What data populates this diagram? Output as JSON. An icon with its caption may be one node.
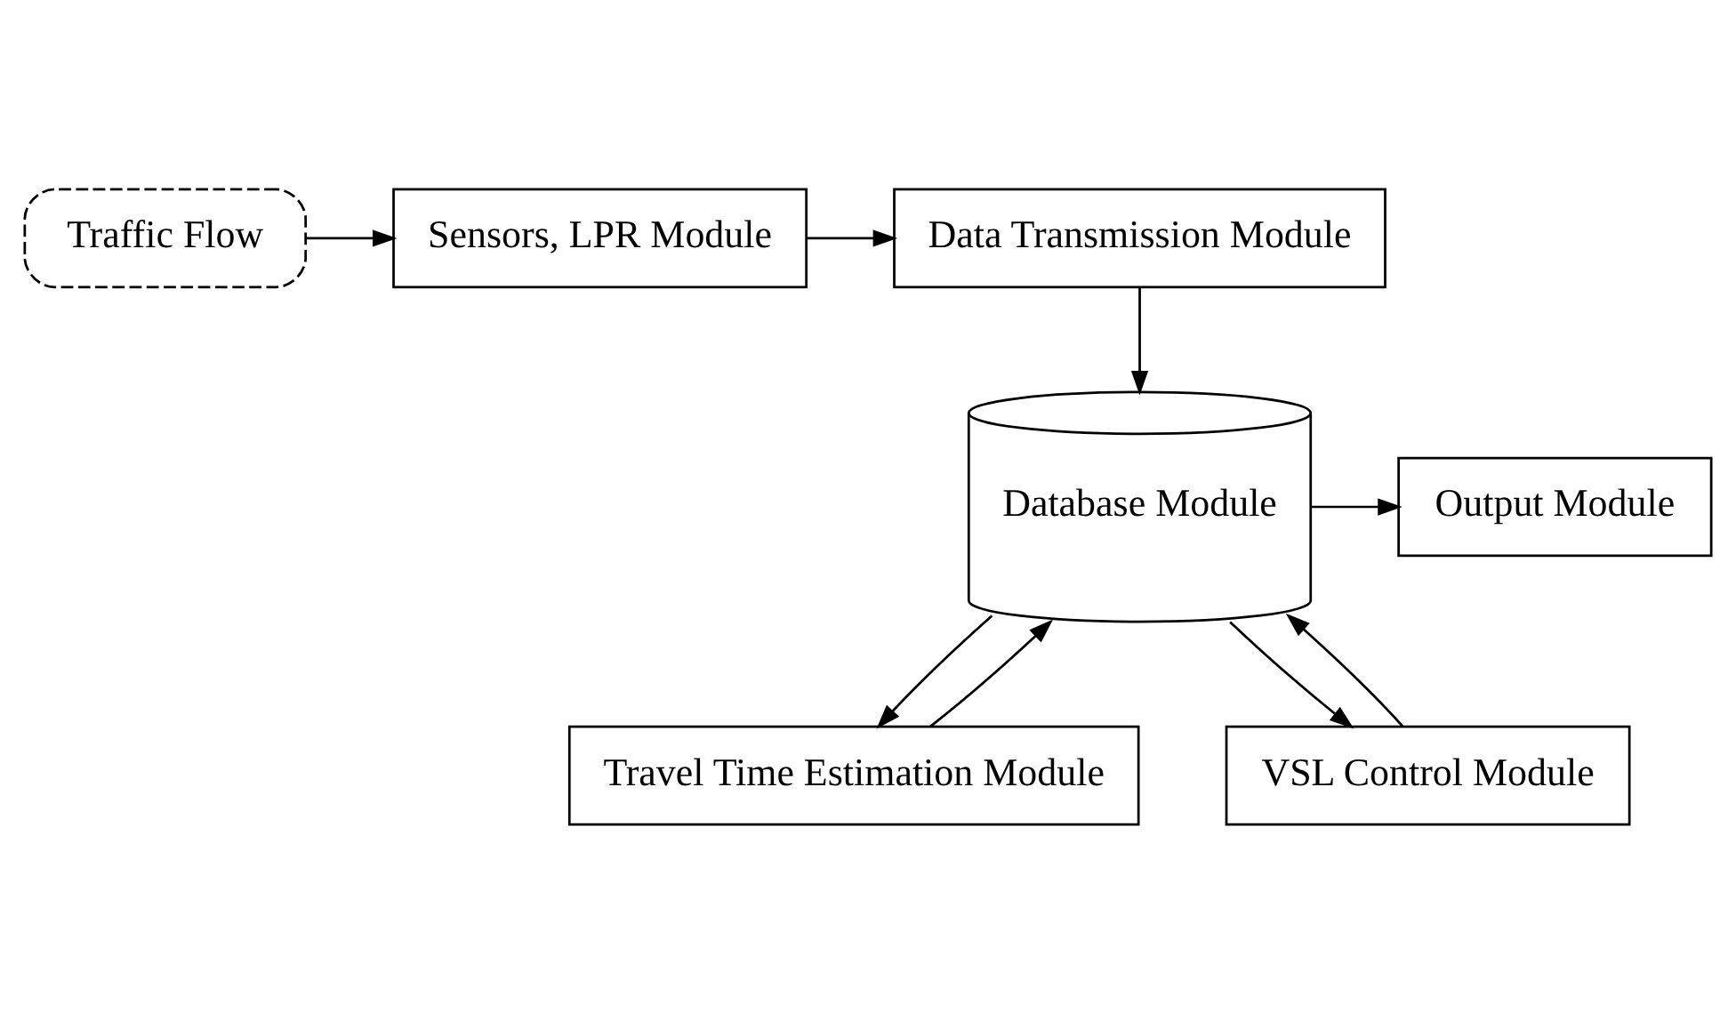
{
  "diagram": {
    "nodes": [
      {
        "text": [
          "Traffic Flow"
        ]
      },
      {
        "text": [
          "Sensors, LPR Module"
        ]
      },
      {
        "text": [
          "Data Transmission Module"
        ]
      },
      {
        "text": [
          "Database Module"
        ]
      },
      {
        "text": [
          "Travel Time Estimation Module"
        ]
      },
      {
        "text": [
          "VSL Control Module"
        ]
      },
      {
        "text": [
          "Output Module"
        ]
      }
    ],
    "edges": [
      {
        "from": 0,
        "to": 1,
        "arrow": "to"
      },
      {
        "from": 1,
        "to": 2,
        "arrow": "to"
      },
      {
        "from": 2,
        "to": 3,
        "arrow": "to"
      },
      {
        "from": 3,
        "to": 4,
        "arrow": "to"
      },
      {
        "from": 4,
        "to": 3,
        "arrow": "to"
      },
      {
        "from": 3,
        "to": 5,
        "arrow": "to"
      },
      {
        "from": 5,
        "to": 3,
        "arrow": "to"
      },
      {
        "from": 3,
        "to": 6,
        "arrow": "to"
      }
    ]
  }
}
